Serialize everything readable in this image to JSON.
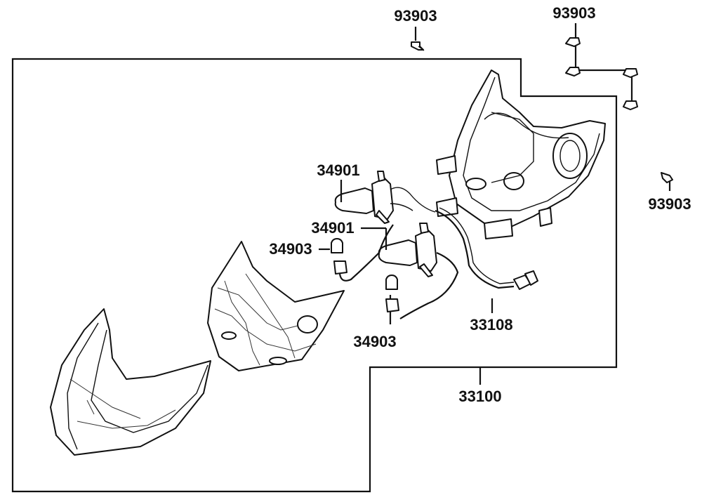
{
  "labels": {
    "screw_top_left": "93903",
    "screw_top_right": "93903",
    "screw_right": "93903",
    "bulb_upper": "34901",
    "bulb_lower": "34901",
    "small_bulb_left": "34903",
    "small_bulb_center": "34903",
    "harness": "33108",
    "headlight_assembly": "33100"
  }
}
